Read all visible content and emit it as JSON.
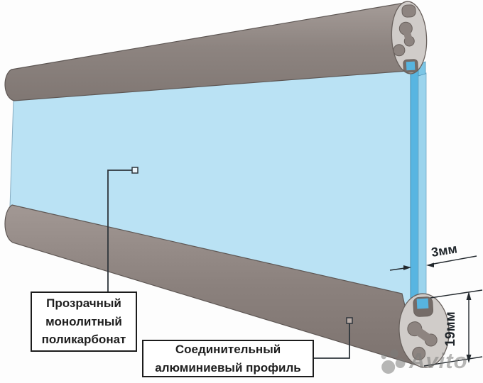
{
  "diagram": {
    "type": "technical-illustration",
    "subject": "polycarbonate sheet with connecting aluminium profiles",
    "labels": {
      "polycarbonate": {
        "line1": "Прозрачный",
        "line2": "монолитный",
        "line3": "поликарбонат"
      },
      "profile": {
        "line1": "Соединительный",
        "line2": "алюминиевый профиль"
      }
    },
    "dimensions": {
      "sheet_thickness": "3мм",
      "profile_height": "19мм"
    },
    "watermark": {
      "text": "Avito",
      "icon": "avito-clover-logo"
    },
    "colors": {
      "panel_face": "#bae2f4",
      "panel_edge": "#58b5e1",
      "panel_edge_far": "#9bd4ed",
      "profile_body": "#8d8480",
      "profile_end_face": "#d0ccc9",
      "profile_hole": "#8d8480",
      "annotation_line": "#2e353b",
      "background": "#fdfdfd"
    }
  }
}
